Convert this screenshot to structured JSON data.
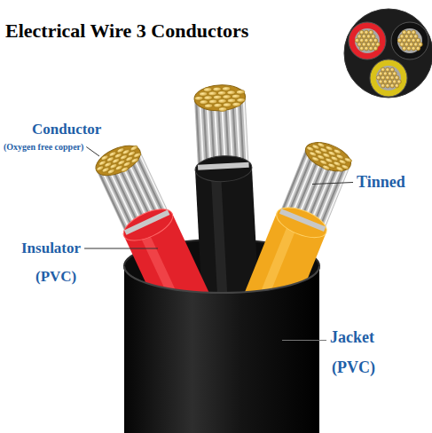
{
  "diagram": {
    "title": "Electrical Wire 3 Conductors",
    "labels": [
      "Conductor",
      "(Oxygen free copper)",
      "Tinned",
      "Insulator",
      "(PVC)",
      "Jacket",
      "(PVC)"
    ]
  }
}
